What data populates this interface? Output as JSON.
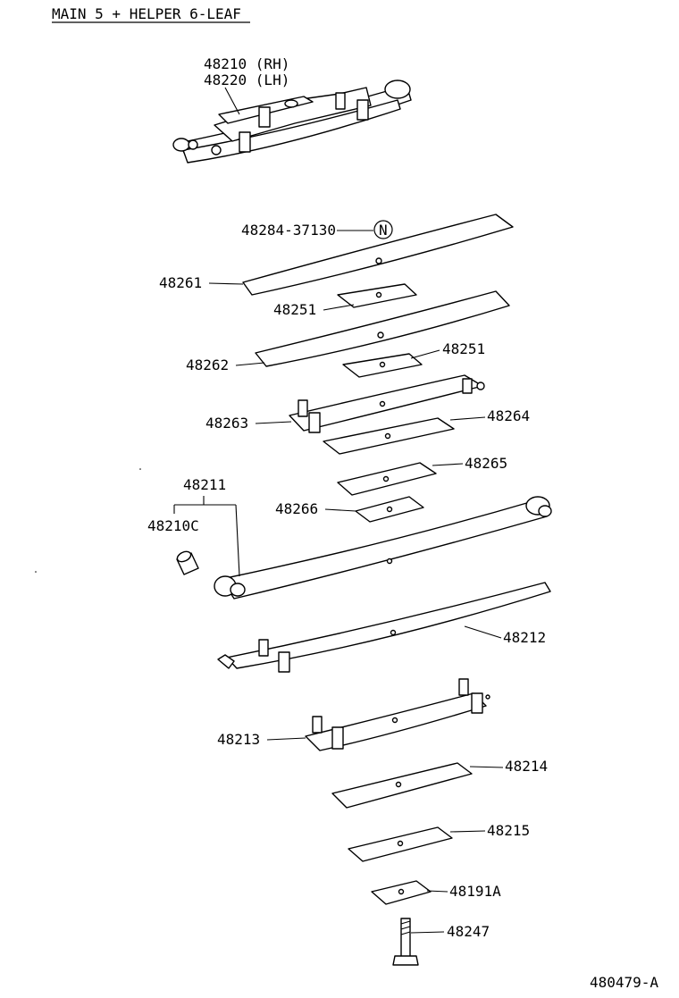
{
  "title": "MAIN 5 + HELPER 6-LEAF",
  "assembly_labels": [
    "48210 (RH)",
    "48220 (LH)"
  ],
  "new_part_symbol": "N",
  "part_labels": {
    "leaf_tip_insert": "48284-37130",
    "helper_leaf_1": "48261",
    "clip_a": "48251",
    "helper_leaf_2": "48262",
    "clip_b": "48251",
    "helper_leaf_3": "48263",
    "helper_leaf_4": "48264",
    "helper_leaf_5": "48265",
    "helper_leaf_6": "48266",
    "main_leaf_1": "48211",
    "bushing": "48210C",
    "main_leaf_2": "48212",
    "main_leaf_3": "48213",
    "main_leaf_4": "48214",
    "main_leaf_5": "48215",
    "spacer": "48191A",
    "center_bolt": "48247"
  },
  "figure_code": "480479-A"
}
